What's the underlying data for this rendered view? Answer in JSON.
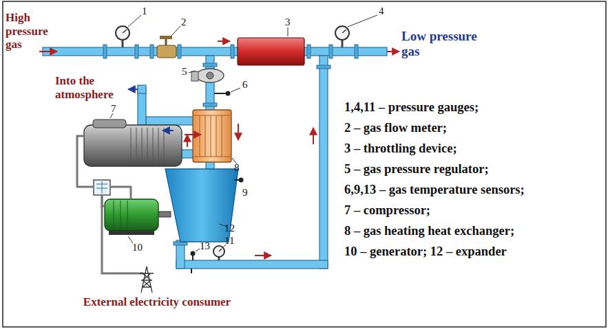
{
  "diagram": {
    "labels": [
      "High pressure gas",
      "1",
      "2",
      "3",
      "4",
      "Low pressure gas",
      "5",
      "6",
      "Into the atmosphere",
      "7",
      "8",
      "9",
      "10",
      "11",
      "12",
      "13",
      "External electricity consumer",
      "1,4,11 – pressure gauges;",
      "2 – gas flow meter;",
      "3 – throttling device;",
      "5 – gas pressure regulator;",
      "6,9,13 – gas temperature sensors;",
      "7 – compressor;",
      "8 – gas heating heat exchanger;",
      "10 – generator; 12 – expander"
    ]
  }
}
